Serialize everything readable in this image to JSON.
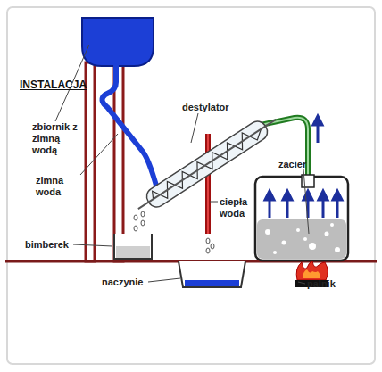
{
  "diagram": {
    "title": "INSTALACJA",
    "labels": [
      "zbiornik z zimną wodą",
      "zimna woda",
      "bimberek",
      "destylator",
      "ciepła woda",
      "naczynie",
      "zacier",
      "palnik"
    ]
  }
}
